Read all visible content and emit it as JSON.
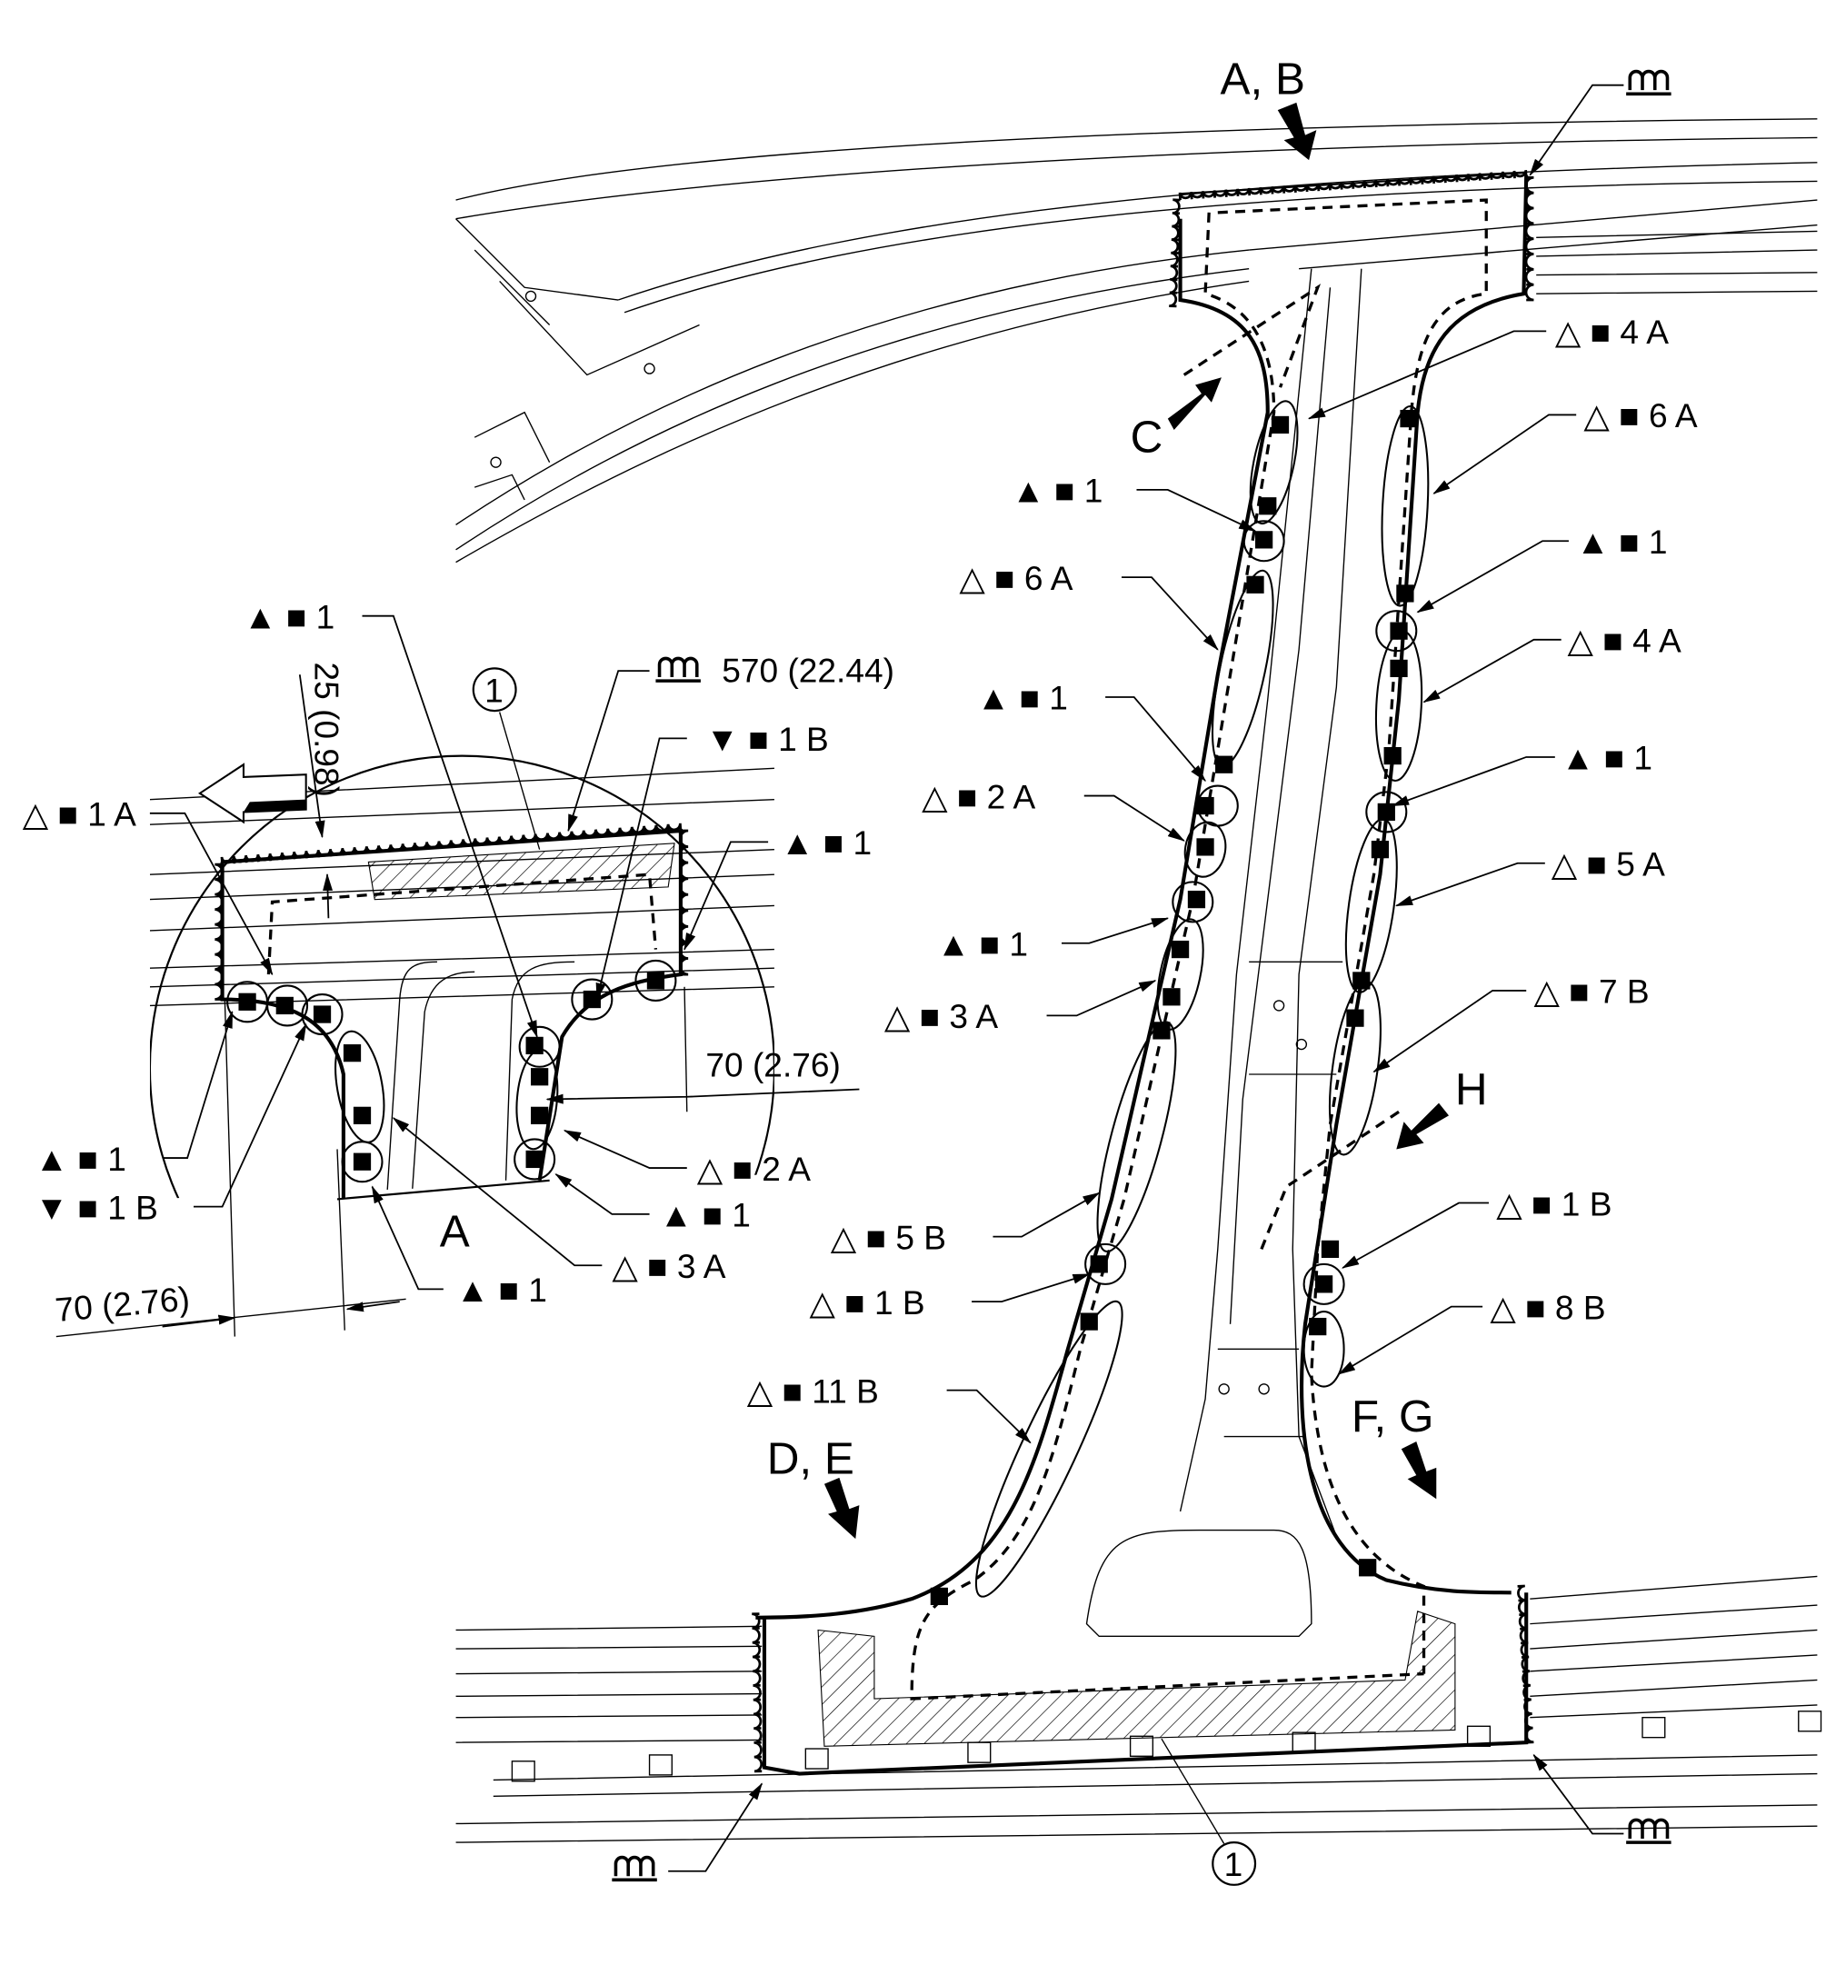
{
  "main_view": {
    "view_ab": "A, B",
    "view_c": "C",
    "view_de": "D, E",
    "view_fg": "F, G",
    "view_h": "H",
    "weld_symbol": "continuous-weld-icon",
    "part_number": "1",
    "right_labels": [
      "△ ■ 4 A",
      "△ ■ 6 A",
      "▲ ■ 1",
      "△ ■ 4 A",
      "▲ ■ 1",
      "△ ■ 5 A",
      "△ ■ 7 B",
      "△ ■ 1 B",
      "△ ■ 8 B"
    ],
    "left_labels": [
      "▲ ■ 1",
      "△ ■ 6 A",
      "▲ ■ 1",
      "△ ■ 2 A",
      "▲ ■ 1",
      "△ ■ 3 A",
      "△ ■ 5 B",
      "△ ■ 1 B",
      "△ ■ 11 B"
    ]
  },
  "detail_view": {
    "title": "A",
    "part_number": "1",
    "weld_length": "570 (22.44)",
    "offset_dim": "25 (0.98)",
    "width_dim_right": "70 (2.76)",
    "width_dim_left": "70 (2.76)",
    "labels": {
      "top_spot": "▲ ■ 1",
      "down_1b_top": "▼ ■ 1 B",
      "open_1a": "△ ■ 1 A",
      "right_spot": "▲ ■ 1",
      "left_spot": "▲ ■ 1",
      "down_1b_left": "▼ ■ 1 B",
      "open_2a": "△ ■ 2 A",
      "right_lower_spot": "▲ ■ 1",
      "open_3a": "△ ■ 3 A",
      "bottom_spot": "▲ ■ 1"
    }
  }
}
